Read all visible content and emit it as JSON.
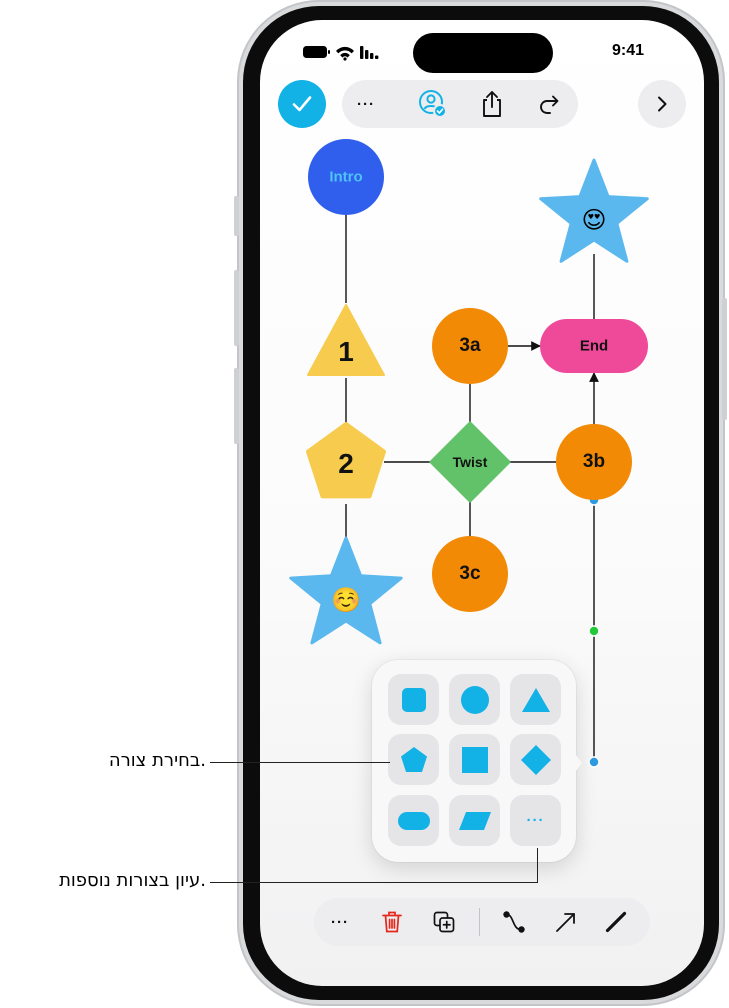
{
  "status_bar": {
    "time": "9:41"
  },
  "toolbar": {
    "done_icon": "checkmark-icon",
    "more_icon": "ellipsis-icon",
    "collaborate_icon": "collaborate-icon",
    "share_icon": "share-icon",
    "redo_icon": "redo-icon",
    "forward_icon": "chevron-right-icon",
    "more_label": "···"
  },
  "diagram": {
    "nodes": [
      {
        "id": "intro",
        "label": "Intro",
        "shape": "circle",
        "color": "#2f5fec",
        "text_color": "#4fc3f7"
      },
      {
        "id": "n1",
        "label": "1",
        "shape": "triangle",
        "color": "#f7cb4d"
      },
      {
        "id": "n2",
        "label": "2",
        "shape": "pentagon",
        "color": "#f7cb4d"
      },
      {
        "id": "star_bottom",
        "shape": "star",
        "color": "#5ab8ee",
        "emoji": "☺️"
      },
      {
        "id": "twist",
        "label": "Twist",
        "shape": "diamond",
        "color": "#62c26a"
      },
      {
        "id": "n3a",
        "label": "3a",
        "shape": "circle",
        "color": "#f28a05"
      },
      {
        "id": "n3b",
        "label": "3b",
        "shape": "circle",
        "color": "#f28a05"
      },
      {
        "id": "n3c",
        "label": "3c",
        "shape": "circle",
        "color": "#f28a05"
      },
      {
        "id": "end",
        "label": "End",
        "shape": "rounded-rect",
        "color": "#ef4a9a"
      },
      {
        "id": "star_top",
        "shape": "star",
        "color": "#5ab8ee",
        "emoji": "😍"
      }
    ],
    "connections": [
      {
        "from": "intro",
        "to": "n1",
        "arrow": false
      },
      {
        "from": "n1",
        "to": "n2",
        "arrow": false
      },
      {
        "from": "n2",
        "to": "star_bottom",
        "arrow": false
      },
      {
        "from": "n2",
        "to": "twist",
        "arrow": false
      },
      {
        "from": "twist",
        "to": "n3a",
        "arrow": false
      },
      {
        "from": "twist",
        "to": "n3b",
        "arrow": false
      },
      {
        "from": "twist",
        "to": "n3c",
        "arrow": false
      },
      {
        "from": "n3a",
        "to": "end",
        "arrow": true
      },
      {
        "from": "n3b",
        "to": "end",
        "arrow": true
      },
      {
        "from": "end",
        "to": "star_top",
        "arrow": false
      }
    ],
    "selected_line_handle_colors": [
      "#2e9be0",
      "#24c93b"
    ]
  },
  "shape_picker": {
    "tiles": [
      {
        "name": "square-shape",
        "icon": "rounded-square-icon"
      },
      {
        "name": "circle-shape",
        "icon": "circle-icon"
      },
      {
        "name": "triangle-shape",
        "icon": "triangle-icon"
      },
      {
        "name": "pentagon-shape",
        "icon": "pentagon-icon"
      },
      {
        "name": "square-sharp-shape",
        "icon": "square-icon"
      },
      {
        "name": "diamond-shape",
        "icon": "diamond-icon"
      },
      {
        "name": "pill-shape",
        "icon": "pill-icon"
      },
      {
        "name": "parallelogram-shape",
        "icon": "parallelogram-icon"
      },
      {
        "name": "more-shapes",
        "icon": "ellipsis-icon",
        "label": "···"
      }
    ],
    "accent_color": "#12b2e6"
  },
  "bottom_toolbar": {
    "more_label": "···",
    "items": [
      "ellipsis-icon",
      "trash-icon",
      "duplicate-icon",
      "connection-style-icon",
      "arrow-icon",
      "line-icon"
    ]
  },
  "callouts": {
    "choose_shape": "בחירת צורה.",
    "more_shapes": "עיון בצורות נוספות."
  },
  "colors": {
    "accent": "#12b2e6",
    "delete": "#e5261b"
  }
}
